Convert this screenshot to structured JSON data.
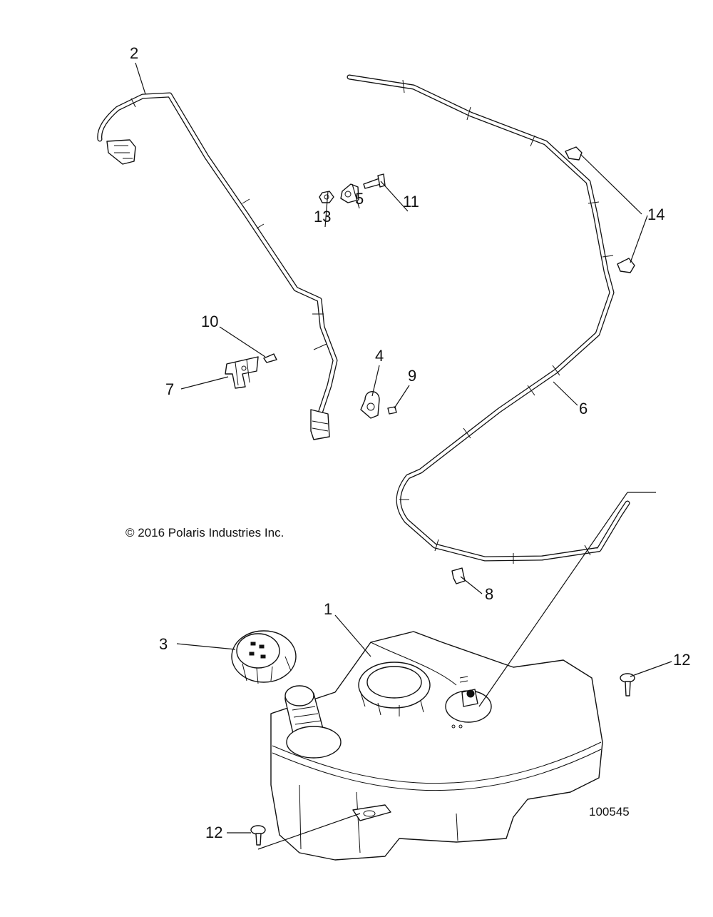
{
  "copyright": "© 2016 Polaris Industries Inc.",
  "drawing_number": "100545",
  "callouts": {
    "c1": "1",
    "c2": "2",
    "c3": "3",
    "c4": "4",
    "c5": "5",
    "c6": "6",
    "c7": "7",
    "c8": "8",
    "c9": "9",
    "c10": "10",
    "c11": "11",
    "c12a": "12",
    "c12b": "12",
    "c13": "13",
    "c14": "14"
  }
}
